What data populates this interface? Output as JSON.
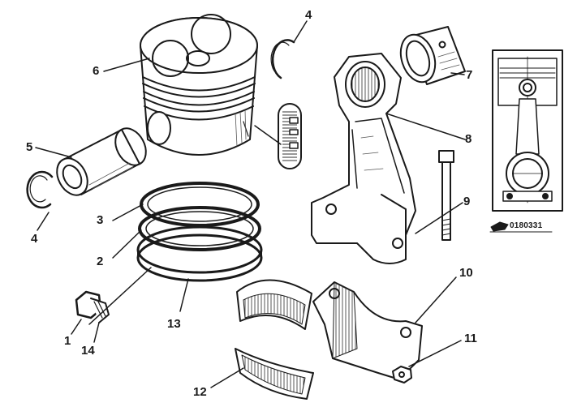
{
  "callouts": {
    "c1": "1",
    "c2": "2",
    "c3": "3",
    "c4a": "4",
    "c4b": "4",
    "c5": "5",
    "c6": "6",
    "c7": "7",
    "c8": "8",
    "c9": "9",
    "c10": "10",
    "c11": "11",
    "c12": "12",
    "c13": "13",
    "c14": "14"
  },
  "figure_code": "0180331",
  "colors": {
    "ink": "#1a1a1a",
    "paper": "#ffffff",
    "shade": "#555555"
  }
}
